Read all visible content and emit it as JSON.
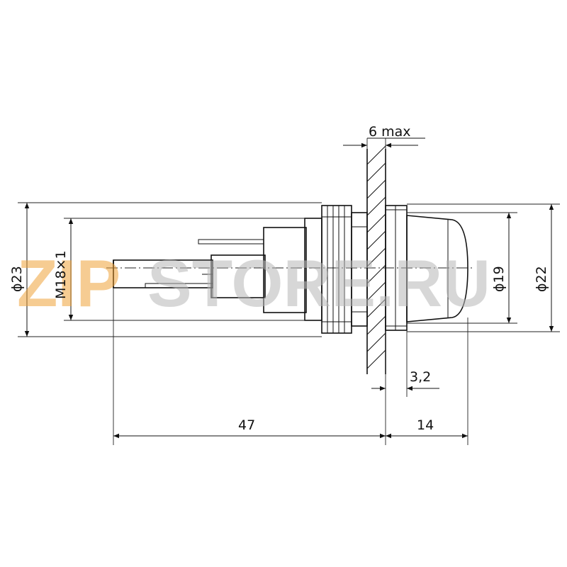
{
  "drawing": {
    "dimensions": {
      "panel_thickness": "6 max",
      "flange_thickness": "3,2",
      "body_length": "47",
      "cap_length": "14",
      "flange_diameter": "ϕ23",
      "thread": "M18×1",
      "cap_diameter": "ϕ19",
      "bezel_diameter": "ϕ22"
    }
  },
  "watermark": {
    "part_zip": "ZIP",
    "part_store": "STORE.RU",
    "color_zip": "#f0a33a",
    "color_store": "#b8b8b8"
  }
}
